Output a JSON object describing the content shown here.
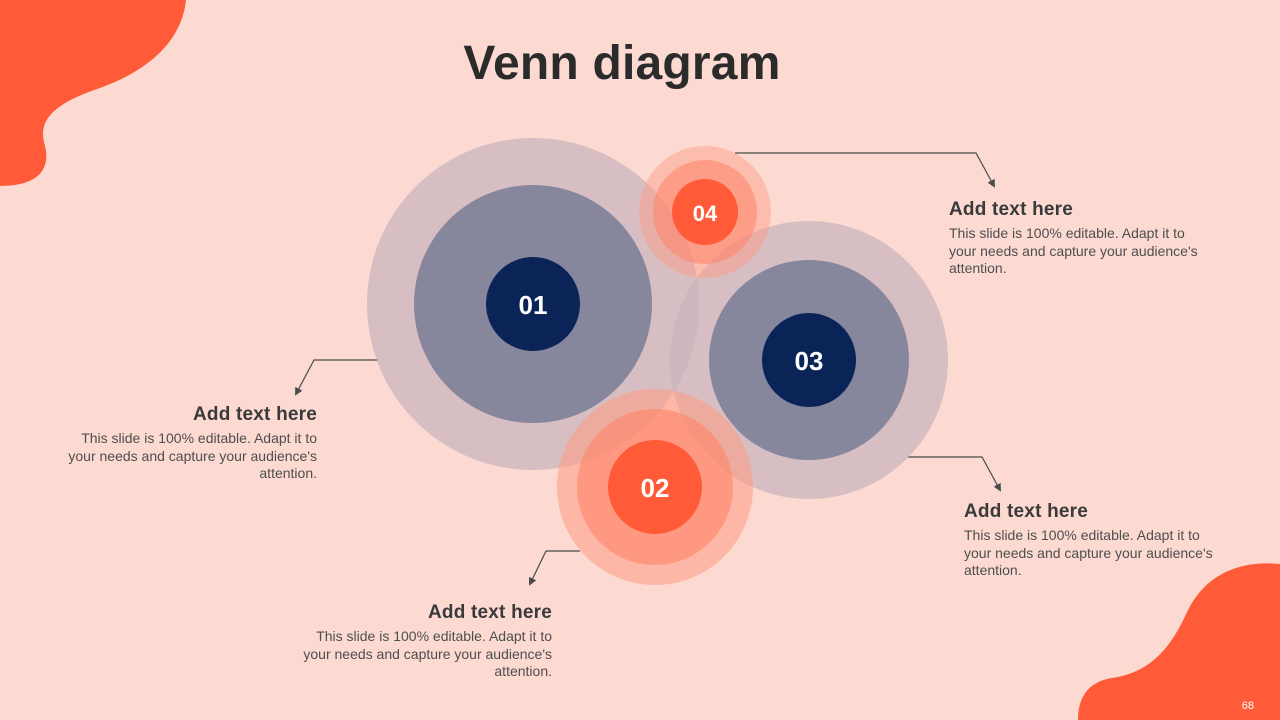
{
  "title": "Venn diagram",
  "page_number": "68",
  "colors": {
    "background": "#FCDAD2",
    "accent_orange": "#FF5B38",
    "navy": "#0A2458",
    "slate": "#838299",
    "outer_ring": "#D5BFC4"
  },
  "circles": [
    {
      "id": "01",
      "label": "01",
      "color": "navy"
    },
    {
      "id": "02",
      "label": "02",
      "color": "orange"
    },
    {
      "id": "03",
      "label": "03",
      "color": "navy"
    },
    {
      "id": "04",
      "label": "04",
      "color": "orange"
    }
  ],
  "callouts": [
    {
      "for": "01",
      "heading": "Add text here",
      "body": "This slide is 100% editable. Adapt it to your needs and capture your audience's attention."
    },
    {
      "for": "02",
      "heading": "Add text here",
      "body": "This slide is 100% editable. Adapt it to your needs and capture your audience's attention."
    },
    {
      "for": "03",
      "heading": "Add text here",
      "body": "This slide is 100% editable. Adapt it to your needs and capture your audience's attention."
    },
    {
      "for": "04",
      "heading": "Add text here",
      "body": "This slide is 100% editable. Adapt it to your needs and capture your audience's attention."
    }
  ]
}
